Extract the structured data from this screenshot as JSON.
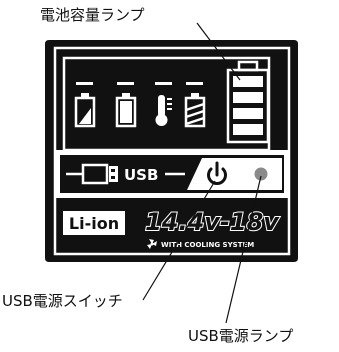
{
  "callouts": {
    "capacity_lamp": "電池容量ランプ",
    "usb_switch": "USB電源スイッチ",
    "usb_lamp": "USB電源ランプ"
  },
  "panel": {
    "usb_label": "USB",
    "battery_type": "Li-ion",
    "voltage": "14.4v-18v",
    "cooling": "WITH COOLING SYSTEM"
  },
  "indicator_icons": [
    "battery-half-icon",
    "battery-full-icon",
    "thermometer-icon",
    "overheat-battery-icon"
  ],
  "colors": {
    "panel": "#111111",
    "line": "#ffffff",
    "usb_lamp": "#8a8a8a",
    "background": "#ffffff"
  }
}
